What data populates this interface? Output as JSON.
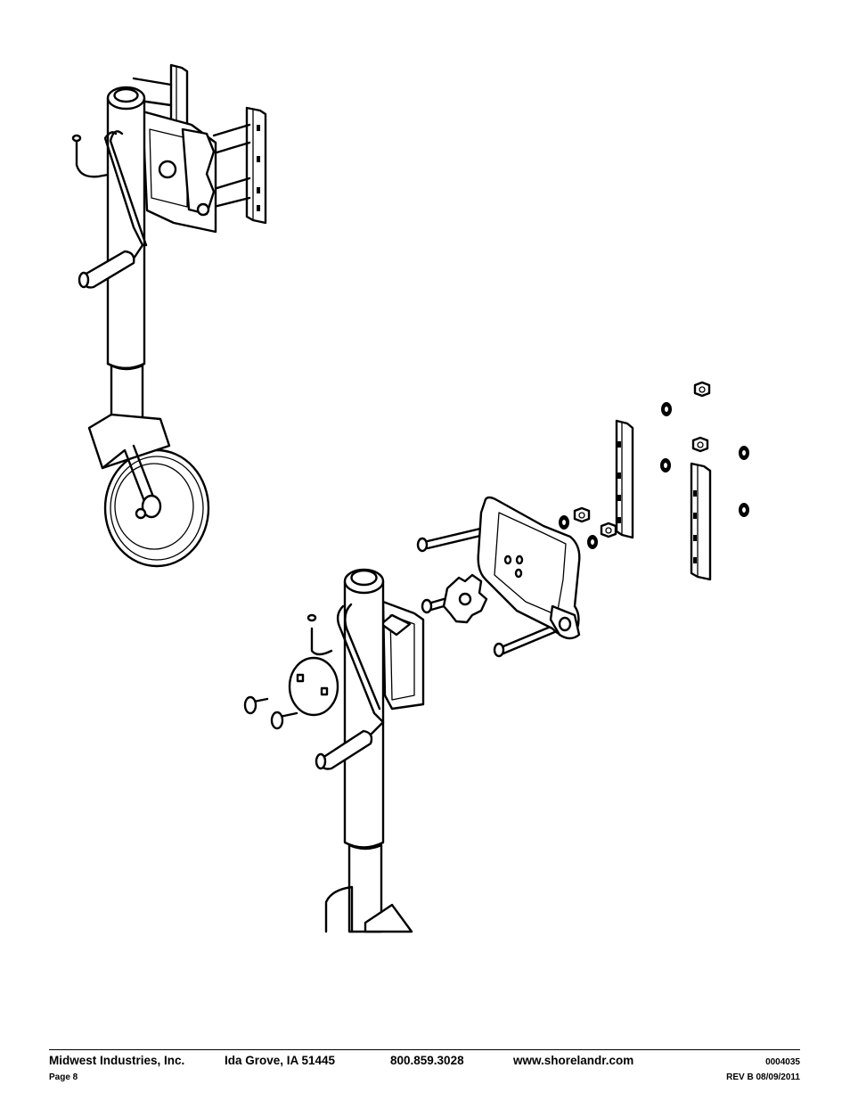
{
  "footer": {
    "company": "Midwest Industries, Inc.",
    "location": "Ida Grove, IA  51445",
    "phone": "800.859.3028",
    "website": "www.shorelandr.com",
    "page": "Page 8",
    "part_number": "0004035",
    "revision": "REV B   08/09/2011"
  }
}
